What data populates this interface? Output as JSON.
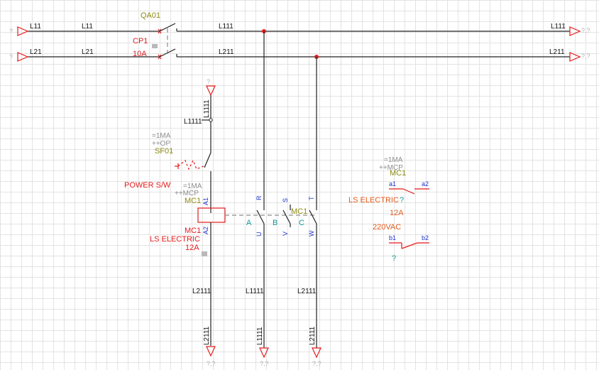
{
  "wires": {
    "l11": "L11",
    "l21": "L21",
    "l111": "L111",
    "l211": "L211",
    "l1111": "L1111",
    "l2111": "L2111"
  },
  "unknown_ref": "?,?",
  "breakers": {
    "qa01": "QA01",
    "cp1": "CP1",
    "cp1_rating": "10A"
  },
  "sf01": {
    "function": "=1MA",
    "location": "++OP",
    "tag": "SF01"
  },
  "power_switch": "POWER S/W",
  "mc1_coil": {
    "function": "=1MA",
    "location": "++MCP",
    "tag": "MC1",
    "a1": "A1",
    "a2": "A2",
    "tag_below": "MC1",
    "maker": "LS ELECTRIC",
    "rating": "12A"
  },
  "mc1_contacts": {
    "r": "R",
    "s": "S",
    "t": "T",
    "u": "U",
    "v": "V",
    "w": "W",
    "a": "A",
    "b": "B",
    "c": "C",
    "tag": "MC1"
  },
  "mc1_aux": {
    "function": "=1MA",
    "location": "++MCP",
    "tag": "MC1",
    "a1": "a1",
    "a2": "a2",
    "maker": "LS ELECTRIC",
    "q": "?",
    "rating": "12A",
    "voltage": "220VAC",
    "b1": "b1",
    "b2": "b2",
    "q2": "?"
  },
  "colors": {
    "wire": "#222222",
    "component": "#e41b1b",
    "tag": "#8d8a10",
    "pin": "#1d31c8",
    "phase": "#169a9a",
    "maker": "#e25a1c",
    "grid": "#e3e3e3"
  }
}
